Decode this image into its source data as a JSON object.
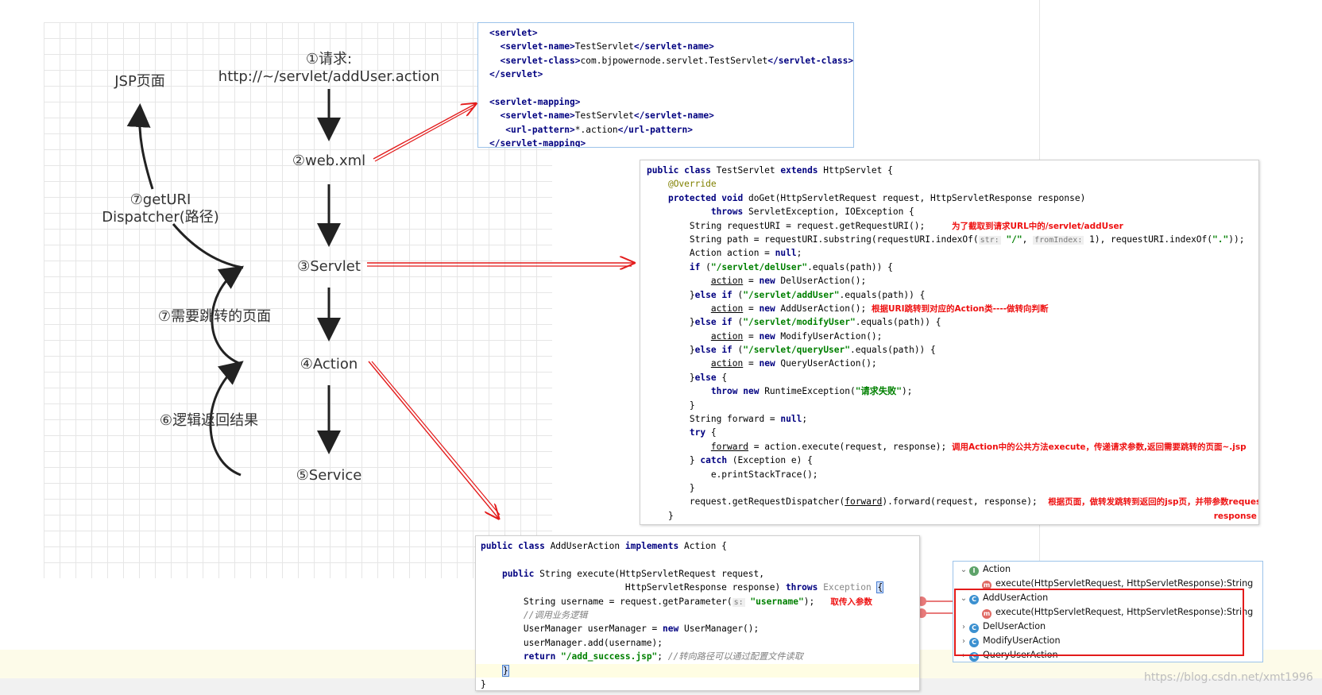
{
  "flow": {
    "request_line1": "①请求:",
    "request_line2": "http://~/servlet/addUser.action",
    "web_xml": "②web.xml",
    "servlet": "③Servlet",
    "action": "④Action",
    "service": "⑤Service",
    "jsp_page": "JSP页面",
    "geturi_line1": "⑦getURI",
    "geturi_line2": "Dispatcher(路径)",
    "need_page": "⑦需要跳转的页面",
    "logic_return": "⑥逻辑返回结果"
  },
  "xml_code": {
    "l1_open": "<servlet>",
    "l2_open": "<servlet-name>",
    "l2_text": "TestServlet",
    "l2_close": "</servlet-name>",
    "l3_open": "<servlet-class>",
    "l3_text": "com.bjpowernode.servlet.TestServlet",
    "l3_close": "</servlet-class>",
    "l4_close": "</servlet>",
    "l6_open": "<servlet-mapping>",
    "l7_open": "<servlet-name>",
    "l7_text": "TestServlet",
    "l7_close": "</servlet-name>",
    "l8_open": "<url-pattern>",
    "l8_text": "*.action",
    "l8_close": "</url-pattern>",
    "l9_close": "</servlet-mapping>"
  },
  "servlet_code": {
    "l1_kw": "public class",
    "l1_name": " TestServlet ",
    "l1_kw2": "extends",
    "l1_rest": " HttpServlet {",
    "l2_ann": "@Override",
    "l3_kw": "protected void",
    "l3_rest": " doGet(HttpServletRequest request, HttpServletResponse response)",
    "l4_kw": "throws",
    "l4_rest": " ServletException, IOException {",
    "l5_code": "String requestURI = request.getRequestURI();",
    "l5_note": "为了截取到请求URL中的/servlet/addUser",
    "l6_a": "String path = requestURI.substring(requestURI.indexOf(",
    "l6_hint1": "str:",
    "l6_str1": " \"/\"",
    "l6_b": ", ",
    "l6_hint2": "fromIndex:",
    "l6_c": " 1), requestURI.indexOf(",
    "l6_str2": "\".\"",
    "l6_d": "));",
    "l7_a": "Action action = ",
    "l7_kw": "null",
    "l7_b": ";",
    "l8_kw": "if",
    "l8_a": " (",
    "l8_str": "\"/servlet/delUser\"",
    "l8_b": ".equals(path)) {",
    "l9_var": "action",
    "l9_a": " = ",
    "l9_kw": "new",
    "l9_b": " DelUserAction();",
    "l10_a": "}",
    "l10_kw": "else if",
    "l10_b": " (",
    "l10_str": "\"/servlet/addUser\"",
    "l10_c": ".equals(path)) {",
    "l11_var": "action",
    "l11_a": " = ",
    "l11_kw": "new",
    "l11_b": " AddUserAction();",
    "l11_note": "根据URI跳转到对应的Action类----做转向判断",
    "l12_a": "}",
    "l12_kw": "else if",
    "l12_b": " (",
    "l12_str": "\"/servlet/modifyUser\"",
    "l12_c": ".equals(path)) {",
    "l13_var": "action",
    "l13_a": " = ",
    "l13_kw": "new",
    "l13_b": " ModifyUserAction();",
    "l14_a": "}",
    "l14_kw": "else if",
    "l14_b": " (",
    "l14_str": "\"/servlet/queryUser\"",
    "l14_c": ".equals(path)) {",
    "l15_var": "action",
    "l15_a": " = ",
    "l15_kw": "new",
    "l15_b": " QueryUserAction();",
    "l16_a": "}",
    "l16_kw": "else",
    "l16_b": " {",
    "l17_kw": "throw new",
    "l17_a": " RuntimeException(",
    "l17_str": "\"请求失败\"",
    "l17_b": ");",
    "l18": "}",
    "l19_a": "String forward = ",
    "l19_kw": "null",
    "l19_b": ";",
    "l20_kw": "try",
    "l20_a": " {",
    "l21_var": "forward",
    "l21_a": " = action.execute(request, response);",
    "l21_note": "调用Action中的公共方法execute，传递请求参数,返回需要跳转的页面~.jsp",
    "l22_a": "} ",
    "l22_kw": "catch",
    "l22_b": " (Exception e) {",
    "l23": "e.printStackTrace();",
    "l24": "}",
    "l25_a": "request.getRequestDispatcher(",
    "l25_var": "forward",
    "l25_b": ").forward(request, response);",
    "l25_note1": "根据页面，做转发跳转到返回的jsp页，并带参数request,",
    "l25_note2": "response",
    "l26": "}"
  },
  "action_code": {
    "l1_kw": "public class",
    "l1_name": " AddUserAction ",
    "l1_kw2": "implements",
    "l1_rest": " Action {",
    "l3_kw": "public",
    "l3_rest": " String execute(HttpServletRequest request,",
    "l4_rest": "HttpServletResponse response) ",
    "l4_kw": "throws",
    "l4_exc": " Exception ",
    "l4_brace": "{",
    "l5_a": "String username = request.getParameter(",
    "l5_hint": "s:",
    "l5_str": " \"username\"",
    "l5_b": ");",
    "l5_note": "取传入参数",
    "l6_cmt": "//调用业务逻辑",
    "l7_a": "UserManager userManager = ",
    "l7_kw": "new",
    "l7_b": " UserManager();",
    "l8": "userManager.add(username);",
    "l9_kw": "return",
    "l9_str": " \"/add_success.jsp\"",
    "l9_a": "; ",
    "l9_cmt": "//转向路径可以通过配置文件读取",
    "l10": "}",
    "l11": "}"
  },
  "tree": {
    "items": [
      {
        "icon": "I",
        "label": "Action"
      },
      {
        "icon": "m",
        "label": "execute(HttpServletRequest, HttpServletResponse):String"
      },
      {
        "icon": "C",
        "label": "AddUserAction"
      },
      {
        "icon": "m",
        "label": "execute(HttpServletRequest, HttpServletResponse):String"
      },
      {
        "icon": "C",
        "label": "DelUserAction"
      },
      {
        "icon": "C",
        "label": "ModifyUserAction"
      },
      {
        "icon": "C",
        "label": "QueryUserAction"
      }
    ]
  },
  "watermark": "https://blog.csdn.net/xmt1996",
  "colors": {
    "flow_text": "#333333",
    "arrow_black": "#222222",
    "arrow_red": "#e31b1b",
    "keyword": "#000080",
    "string": "#008000",
    "annotation": "#808000",
    "note_red": "#ee1111",
    "box_blue_border": "#9cc3ea"
  }
}
